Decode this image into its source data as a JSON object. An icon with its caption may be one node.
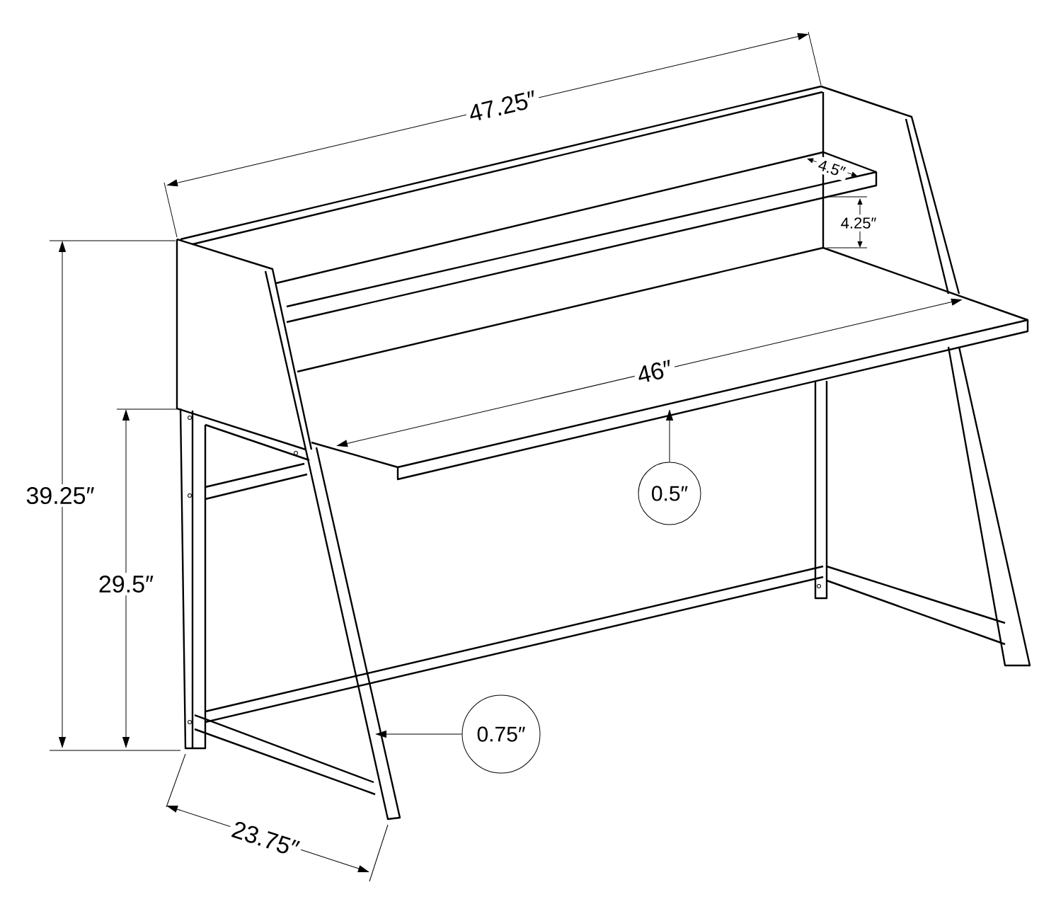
{
  "diagram": {
    "nodes": [
      {
        "text": [
          "0.5″"
        ]
      },
      {
        "text": [
          "0.75″"
        ]
      }
    ],
    "edges": [
      {
        "from": 0,
        "to": null,
        "arrow": "to"
      },
      {
        "from": 1,
        "to": null,
        "arrow": "to"
      }
    ],
    "labels": [
      "47.25″",
      "4.5″",
      "4.25″",
      "39.25″",
      "46″",
      "29.5″",
      "23.75″"
    ]
  }
}
